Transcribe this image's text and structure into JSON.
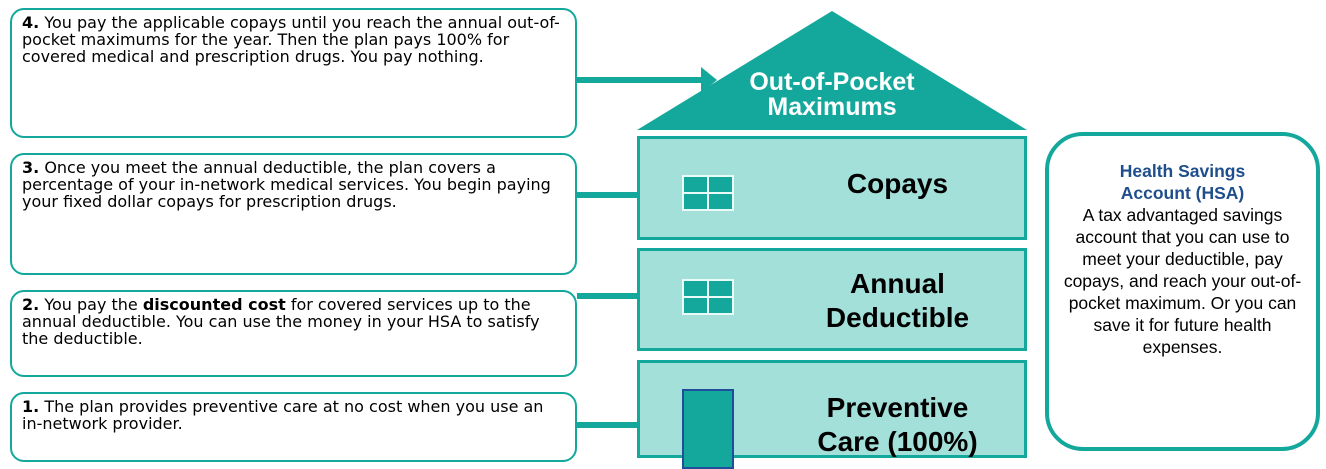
{
  "roof": {
    "title_line1": "Out-of-Pocket",
    "title_line2": "Maximums"
  },
  "floors": {
    "copays": "Copays",
    "deductible_line1": "Annual",
    "deductible_line2": "Deductible",
    "preventive_line1": "Preventive",
    "preventive_line2": "Care (100%)"
  },
  "steps": {
    "step4": {
      "num": "4.",
      "text": "You pay the applicable copays until you reach the annual out-of-pocket maximums for the year.  Then the plan pays 100% for covered medical and prescription drugs.  You pay nothing."
    },
    "step3": {
      "num": "3.",
      "text": "Once you meet the annual deductible, the plan covers a percentage of your in-network medical services. You begin paying your fixed dollar copays for prescription drugs."
    },
    "step2": {
      "num": "2.",
      "text_before": "You pay the ",
      "bold": "discounted cost",
      "text_after": " for covered services up to the annual deductible.  You can use the money in your HSA to satisfy the deductible."
    },
    "step1": {
      "num": "1.",
      "text": "The plan provides preventive care at no cost when you use an in-network provider."
    }
  },
  "hsa": {
    "title_line1": "Health Savings",
    "title_line2": "Account (HSA)",
    "body": "A tax advantaged savings account that you can use to meet your deductible, pay copays, and reach your out-of-pocket maximum.  Or you can save it for future health expenses."
  },
  "colors": {
    "teal": "#14a89c",
    "light_teal": "#a3e0da",
    "navy": "#1f4e8c"
  },
  "icons": [
    "window-icon",
    "door-icon",
    "arrow-icon"
  ]
}
